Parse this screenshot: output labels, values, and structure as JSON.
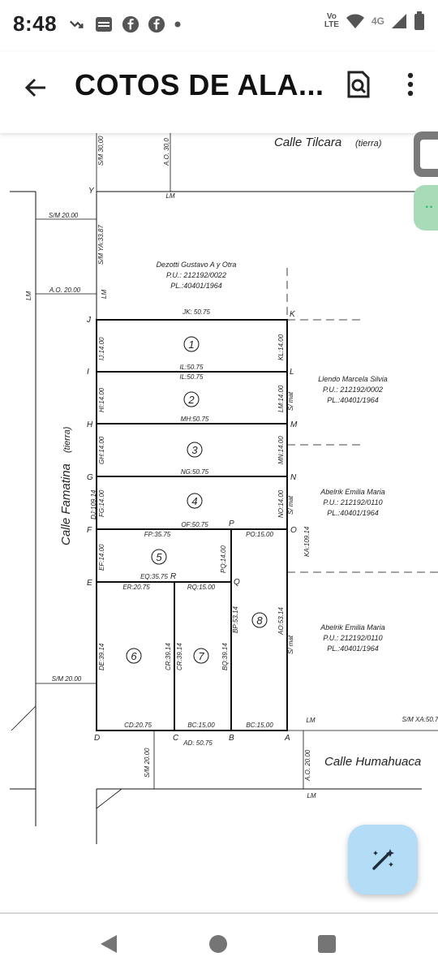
{
  "status": {
    "time": "8:48",
    "network_label_top": "Vo",
    "network_label_bottom": "LTE",
    "network_type": "4G",
    "icons": [
      "missed-call-icon",
      "news-app-icon",
      "facebook-icon",
      "facebook-icon",
      "dot-icon",
      "wifi-icon",
      "signal-icon",
      "battery-icon"
    ]
  },
  "app_bar": {
    "title": "COTOS DE ALA...",
    "icons": [
      "back-arrow-icon",
      "document-search-icon",
      "more-vert-icon"
    ]
  },
  "plan": {
    "streets": {
      "top": "Calle Tilcara",
      "top_note": "(tierra)",
      "left": "Calle Famatina",
      "left_note": "(tierra)",
      "bottom": "Calle Humahuaca"
    },
    "owners": [
      {
        "name": "Dezotti Gustavo A y Otra",
        "pu": "P.U.: 212192/0022",
        "pl": "PL.:40401/1964"
      },
      {
        "name": "Llendo Marcela Silvia",
        "pu": "P.U.: 212192/0002",
        "pl": "PL.:40401/1964"
      },
      {
        "name": "Abelrik Emilia Maria",
        "pu": "P.U.: 212192/0110",
        "pl": "PL.:40401/1964"
      },
      {
        "name": "Abelrik Emilia Maria",
        "pu": "P.U.: 212192/0110",
        "pl": "PL.:40401/1964"
      }
    ],
    "lot_numbers": [
      "1",
      "2",
      "3",
      "4",
      "5",
      "6",
      "7",
      "8"
    ],
    "points": [
      "Y",
      "J",
      "K",
      "I",
      "L",
      "H",
      "M",
      "G",
      "N",
      "F",
      "P",
      "O",
      "E",
      "R",
      "Q",
      "D",
      "C",
      "B",
      "A"
    ],
    "measures": {
      "jk": "JK: 50.75",
      "il1": "IL:50.75",
      "il2": "IL:50.75",
      "mh": "MH:50.75",
      "ng": "NG:50.75",
      "of": "OF:50.75",
      "fp": "FP:35.75",
      "po": "PO:15.00",
      "eq": "EQ:35.75",
      "er": "ER:20.75",
      "rq": "RQ:15.00",
      "dc": "CD:20.75",
      "bc": "BC:15,00",
      "bc2": "BC:15,00",
      "ad": "AD: 50.75",
      "sm_top": "S/M 30,00",
      "ao_top": "A.O. 30,0",
      "lm_top": "LM",
      "sm_20_left": "S/M 20.00",
      "ao_20_left": "A.O. 20.00",
      "lm_left": "LM",
      "sm_ya": "S/M YA:33.87",
      "lm_left2": "LM",
      "ij": "IJ:14.00",
      "hi": "HI:14.00",
      "gh": "GH:14.00",
      "fg": "FG:14.00",
      "dj": "DJ:109.14",
      "ef": "EF:14.00",
      "de": "DE:39.14",
      "cr": "CR:39.14",
      "cr2": "CR:39.14",
      "bq": "BQ:39.14",
      "bp": "BP:53.14",
      "pq": "PQ:14.00",
      "kl": "KL:14.00",
      "lm_right": "LM:14.00",
      "mn": "MN:14.00",
      "no": "NO:14.00",
      "ao": "AO:53.14",
      "ka": "KA:109.14",
      "smed1": "S/ mat",
      "smed2": "S/ mat",
      "smed3": "S/ mat",
      "sm_20_bottom_left": "S/M 20.00",
      "sm_20_bottom": "S/M 20.00",
      "lm_bottom1": "LM",
      "sm_xa": "S/M XA:50.7",
      "ao_20_bottom": "A.O. 20.00",
      "lm_bottom2": "LM"
    }
  }
}
